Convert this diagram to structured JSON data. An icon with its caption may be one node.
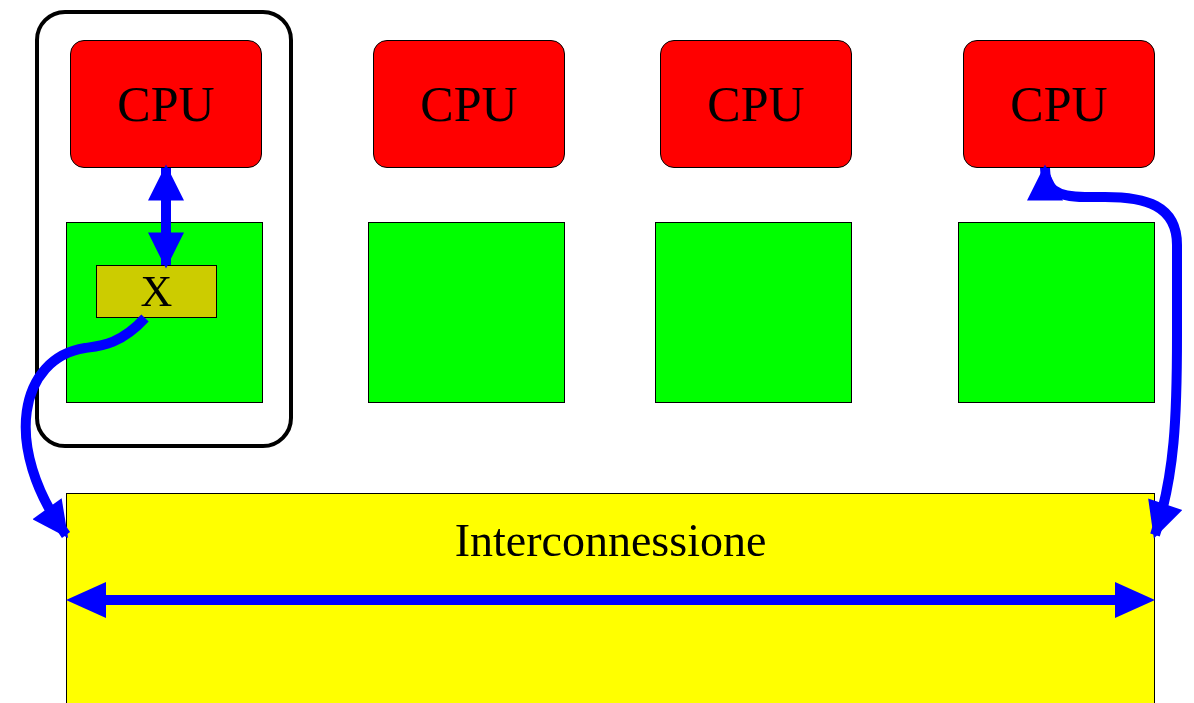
{
  "diagram": {
    "nodes": [
      {
        "text": [],
        "shape": "box"
      },
      {
        "text": [
          "CPU"
        ],
        "in": 0
      },
      {
        "text": [],
        "shape": "box",
        "in": 0
      },
      {
        "text": [
          "X"
        ],
        "in": 2
      },
      {
        "text": [
          "CPU"
        ]
      },
      {
        "text": [],
        "shape": "box"
      },
      {
        "text": [
          "CPU"
        ]
      },
      {
        "text": [],
        "shape": "box"
      },
      {
        "text": [
          "CPU"
        ]
      },
      {
        "text": [],
        "shape": "box"
      },
      {
        "text": [
          "Interconnessione"
        ]
      }
    ],
    "edges": [
      {
        "from": 1,
        "to": 3,
        "arrow": "both"
      },
      {
        "from": 3,
        "to": 10,
        "arrow": "to"
      },
      {
        "from": 10,
        "to": 8,
        "arrow": "both"
      }
    ]
  }
}
